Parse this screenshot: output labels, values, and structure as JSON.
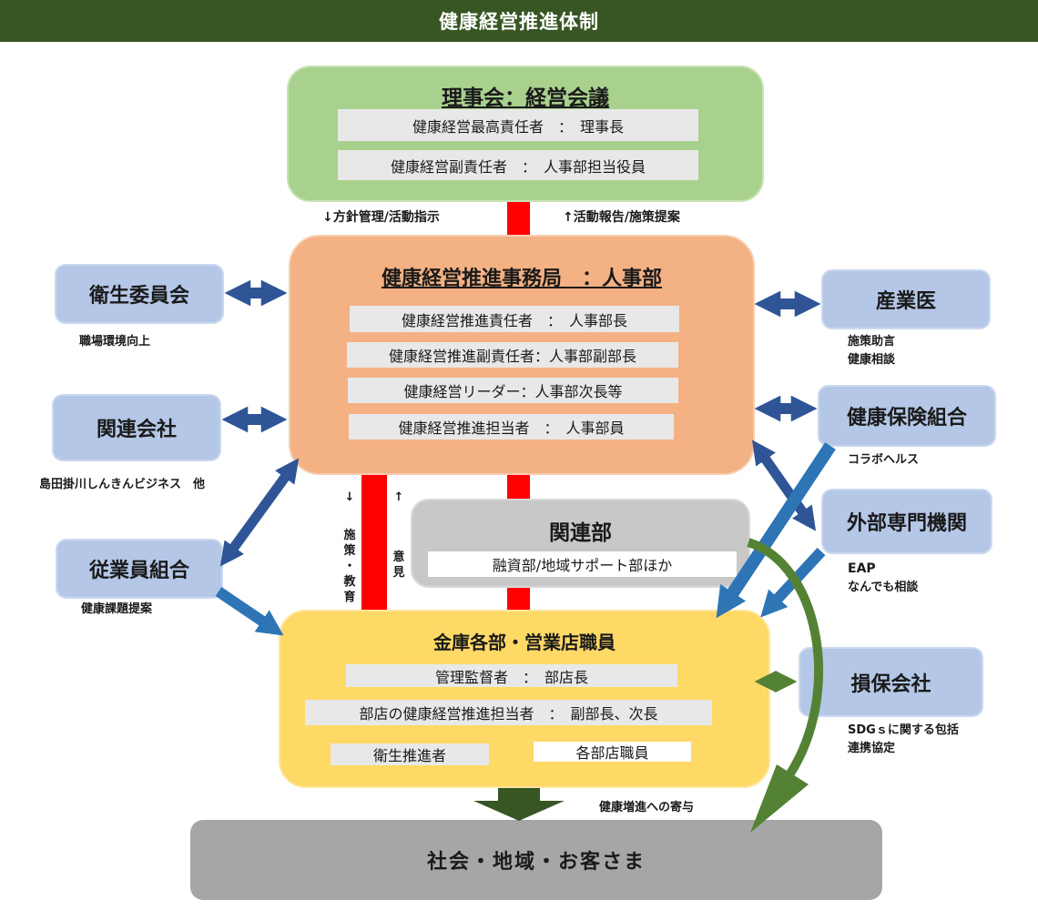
{
  "header": {
    "title": "健康経営推進体制"
  },
  "board": {
    "title": "理事会：経営会議",
    "rows": [
      "健康経営最高責任者　：　理事長",
      "健康経営副責任者　：　人事部担当役員"
    ]
  },
  "flow_top": {
    "down": "↓方針管理/活動指示",
    "up": "↑活動報告/施策提案"
  },
  "office": {
    "title": "健康経営推進事務局　：人事部",
    "rows": [
      "健康経営推進責任者　：　人事部長",
      "健康経営推進副責任者：人事部副部長",
      "健康経営リーダー：人事部次長等",
      "健康経営推進担当者　：　人事部員"
    ]
  },
  "left": {
    "hygiene": {
      "label": "衛生委員会",
      "note": "職場環境向上"
    },
    "affiliate": {
      "label": "関連会社",
      "note": "島田掛川しんきんビジネス　他"
    },
    "union": {
      "label": "従業員組合",
      "note": "健康課題提案"
    }
  },
  "right": {
    "doctor": {
      "label": "産業医",
      "note1": "施策助言",
      "note2": "健康相談"
    },
    "insurance": {
      "label": "健康保険組合",
      "note": "コラボヘルス"
    },
    "external": {
      "label": "外部専門機関",
      "note1": "EAP",
      "note2": "なんでも相談"
    },
    "nonlife": {
      "label": "損保会社",
      "note1": "SDGｓに関する包括",
      "note2": "連携協定"
    }
  },
  "vertical": {
    "down_arrow": "↓",
    "down_chars": [
      "施",
      "策",
      "・",
      "教",
      "育"
    ],
    "up_arrow": "↑",
    "up_chars": [
      "意",
      "見"
    ]
  },
  "related": {
    "title": "関連部",
    "row": "融資部/地域サポート部ほか"
  },
  "staff": {
    "title": "金庫各部・営業店職員",
    "row1": "管理監督者　：　部店長",
    "row2": "部店の健康経営推進担当者　：　副部長、次長",
    "row3a": "衛生推進者",
    "row3b": "各部店職員"
  },
  "contribution": "健康増進への寄与",
  "society": "社会・地域・お客さま",
  "colors": {
    "header": "#375623",
    "board": "#a9d18e",
    "office": "#f4b183",
    "staff": "#ffd966",
    "external": "#b4c7e7",
    "connector": "#ff0000",
    "blue_arrow": "#2f5597",
    "green_arrow": "#548235"
  }
}
